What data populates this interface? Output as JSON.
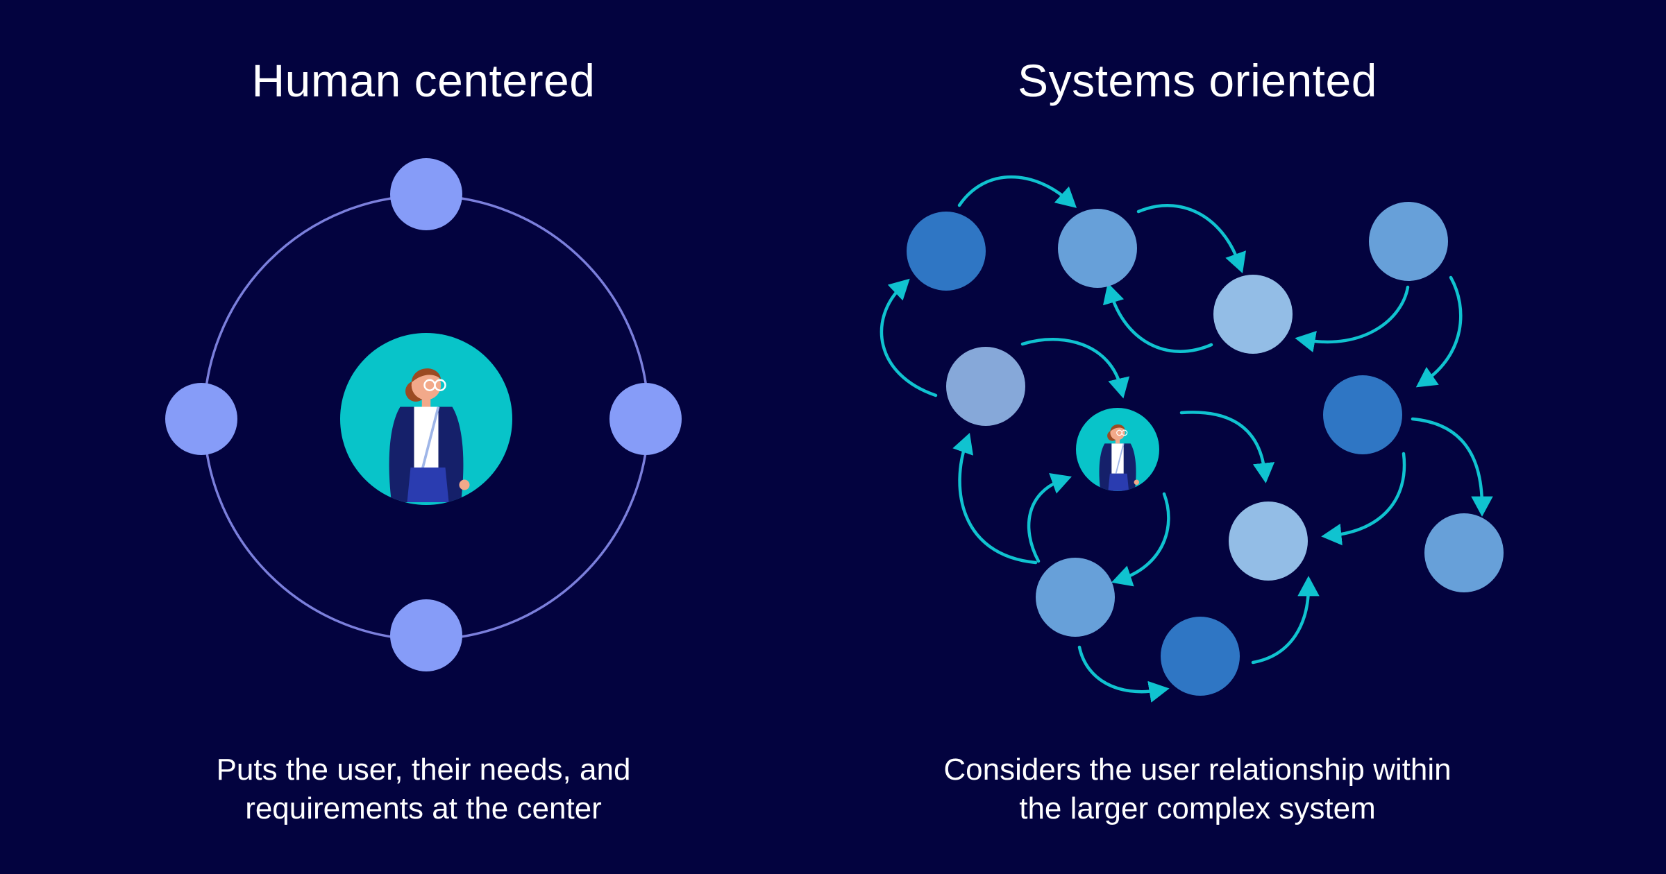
{
  "left_panel": {
    "title": "Human centered",
    "caption_lines": [
      "Puts the user, their needs, and",
      "requirements at the center"
    ],
    "node_color": "#869cf8",
    "ring_color": "#7b7fdc",
    "user_circle_color": "#08c4c9"
  },
  "right_panel": {
    "title": "Systems oriented",
    "caption_lines": [
      "Considers the user relationship within",
      "the larger complex system"
    ],
    "arrow_color": "#10c3d0",
    "node_colors": {
      "dark": "#2f76c4",
      "mid": "#67a0d9",
      "light": "#93bde6",
      "muted": "#86a8d9"
    }
  },
  "icons": {
    "user": "person-icon",
    "arrow": "curved-arrow-icon"
  }
}
